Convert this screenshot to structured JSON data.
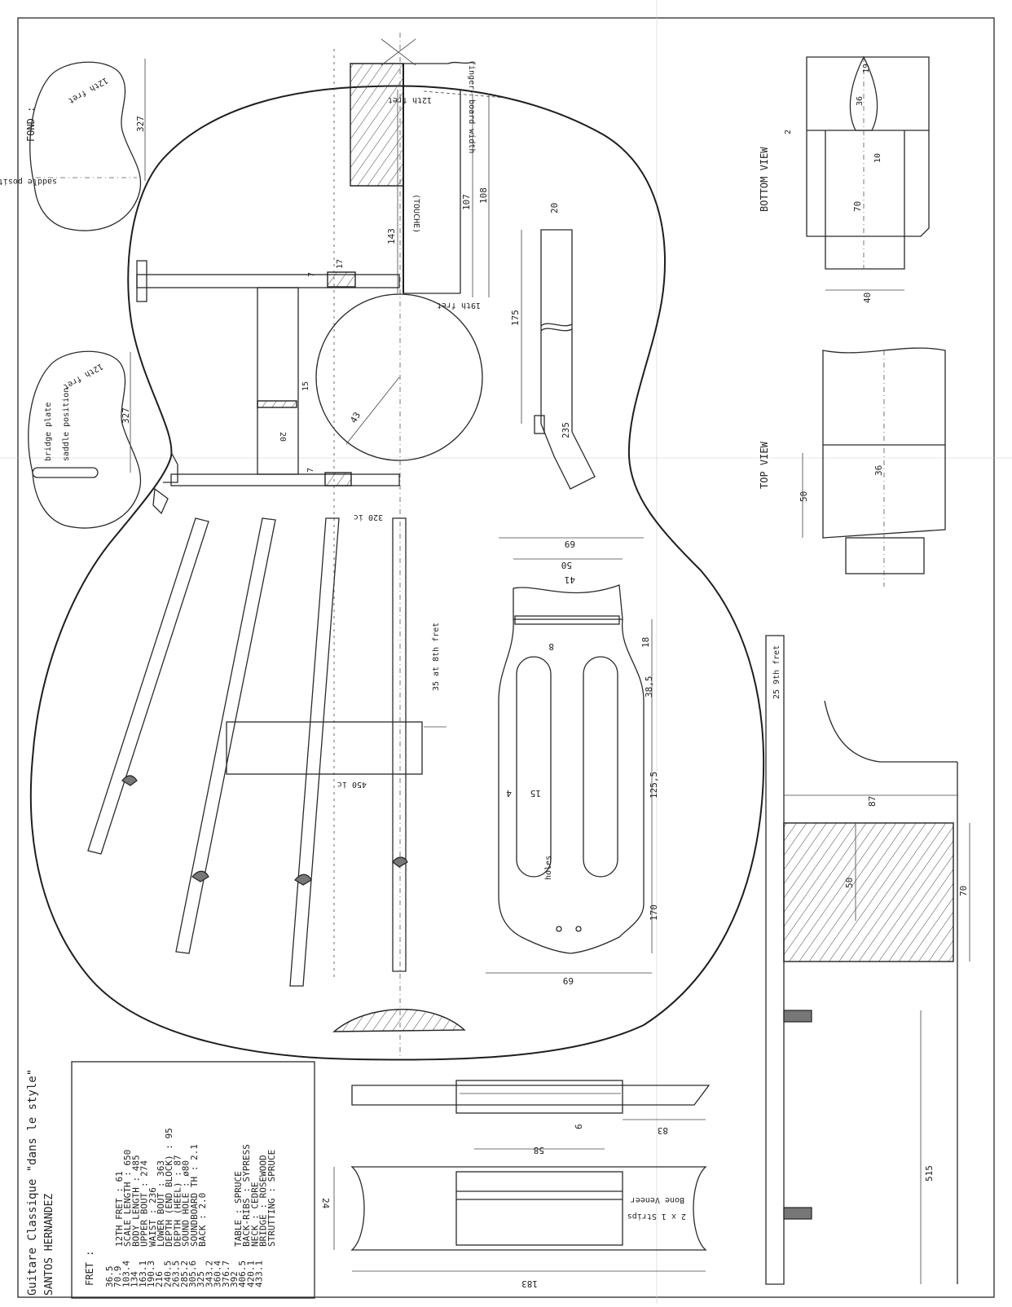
{
  "sheet": {
    "title_line1": "Guitare Classique \"dans le style\"",
    "title_line2": "SANTOS HERNANDEZ"
  },
  "specs": {
    "fret_header": "FRET :",
    "frets": [
      "36.5",
      "70.9",
      "103.4",
      "134",
      "163.1",
      "190.3",
      "216",
      "240.5",
      "263.5",
      "285.2",
      "305.6",
      "325",
      "343.2",
      "360.4",
      "376.7",
      "392",
      "406.5",
      "420.1",
      "433.1"
    ],
    "measurements": [
      "12TH FRET : 61",
      "SCALE LENGTH : 650",
      "BODY LENGTH : 485",
      "UPPER BOUT : 274",
      "WAIST : 236",
      "LOWER BOUT : 363",
      "DEPTH (END BLOCK) : 95",
      "DEPTH (HEEL) : 87",
      "SOUND HOLE : ø80",
      "SOUNDBOARD TH : 2.1",
      "BACK : 2.0"
    ],
    "materials": [
      "TABLE : SPRUCE",
      "BACK-RIBS : SYPRESS",
      "NECK : CEDRE",
      "BRIDGE : ROSEWOOD",
      "STRUTTING : SPRUCE"
    ]
  },
  "labels": {
    "fond": "FOND :",
    "saddle_position": "saddle position",
    "bridge_plate": "bridge plate",
    "fret_12": "12th fret",
    "fret_19": "19th fret",
    "touche": "(TOUCHE)",
    "fingerboard_width": "finger- board width",
    "bottom_view": "BOTTOM VIEW",
    "top_view": "TOP VIEW",
    "fret_9": "25 9th fret",
    "holes": "holes",
    "bone_veneer": "Bone Veneer",
    "strips": "2 x 1 Strips",
    "fret_25": "35 at 8th fret",
    "c450": "450 ic",
    "c320": "320 ic"
  },
  "dims": {
    "d327a": "327",
    "d327b": "327",
    "d143": "143",
    "d107": "107",
    "d108": "108",
    "d17": "17",
    "d7a": "7",
    "d7b": "7",
    "d15": "15",
    "d20": "20",
    "d43": "43",
    "d175": "175",
    "d20b": "20",
    "d235": "235",
    "d19": "19",
    "d36": "36",
    "d2": "2",
    "d10": "10",
    "d70a": "70",
    "d40": "40",
    "d36b": "36",
    "d50a": "50",
    "d69a": "69",
    "d50b": "50",
    "d41": "41",
    "d18": "18",
    "d38": "38,5",
    "d8": "8",
    "d15b": "15",
    "d125": "125,5",
    "d170": "170",
    "d69b": "69",
    "d87": "87",
    "d50c": "50",
    "d70b": "70",
    "d515": "515",
    "d83": "83",
    "d58": "58",
    "d24": "24",
    "d183": "183",
    "d4": "4",
    "d6": "6"
  }
}
